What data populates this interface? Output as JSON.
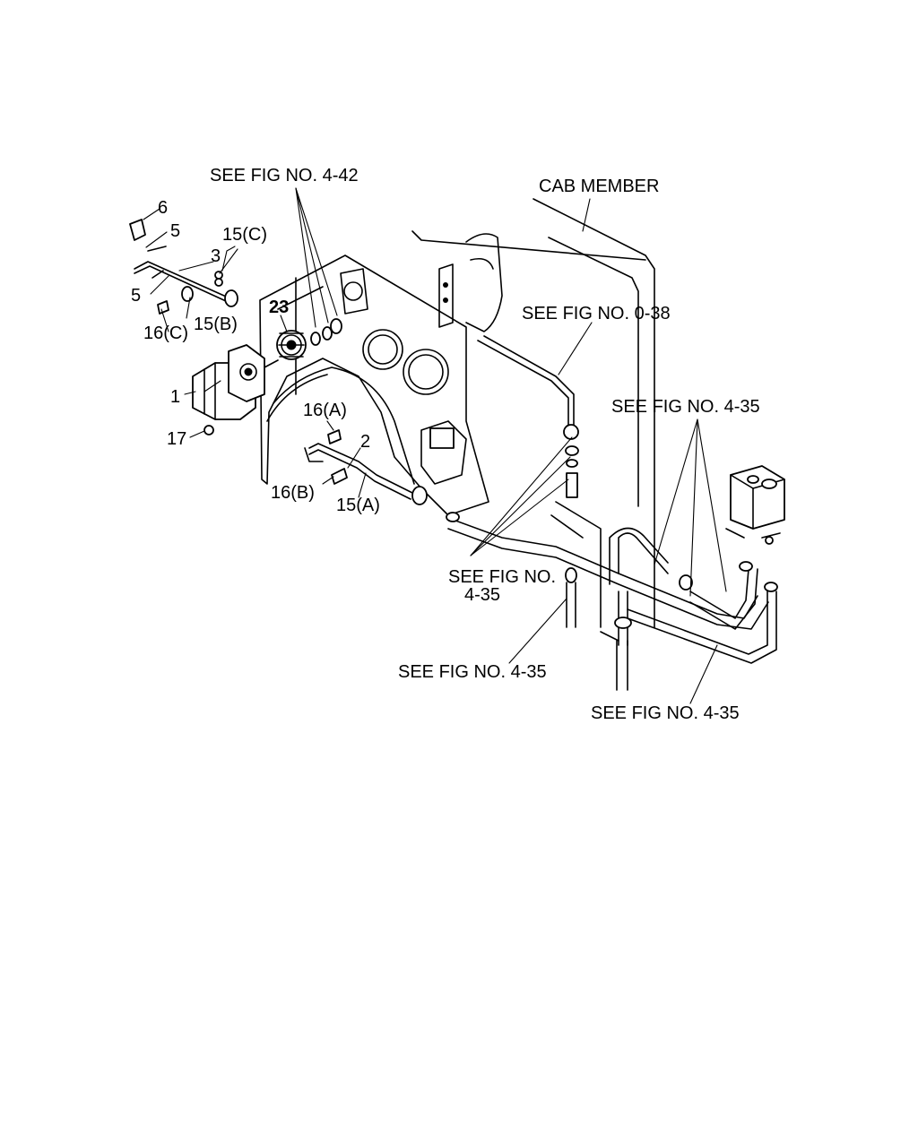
{
  "references": {
    "fig_4_42": "SEE FIG NO. 4-42",
    "cab_member": "CAB MEMBER",
    "fig_0_38": "SEE FIG NO. 0-38",
    "fig_4_35_right": "SEE FIG NO. 4-35",
    "fig_4_35_mid_line1": "SEE FIG NO.",
    "fig_4_35_mid_line2": "4-35",
    "fig_4_35_bottom_left": "SEE FIG NO. 4-35",
    "fig_4_35_bottom_right": "SEE FIG NO. 4-35"
  },
  "callouts": {
    "c1": "1",
    "c2": "2",
    "c3": "3",
    "c5a": "5",
    "c5b": "5",
    "c6": "6",
    "c15a": "15(A)",
    "c15b": "15(B)",
    "c15c": "15(C)",
    "c16a": "16(A)",
    "c16b": "16(B)",
    "c16c": "16(C)",
    "c17": "17",
    "c23": "23"
  }
}
